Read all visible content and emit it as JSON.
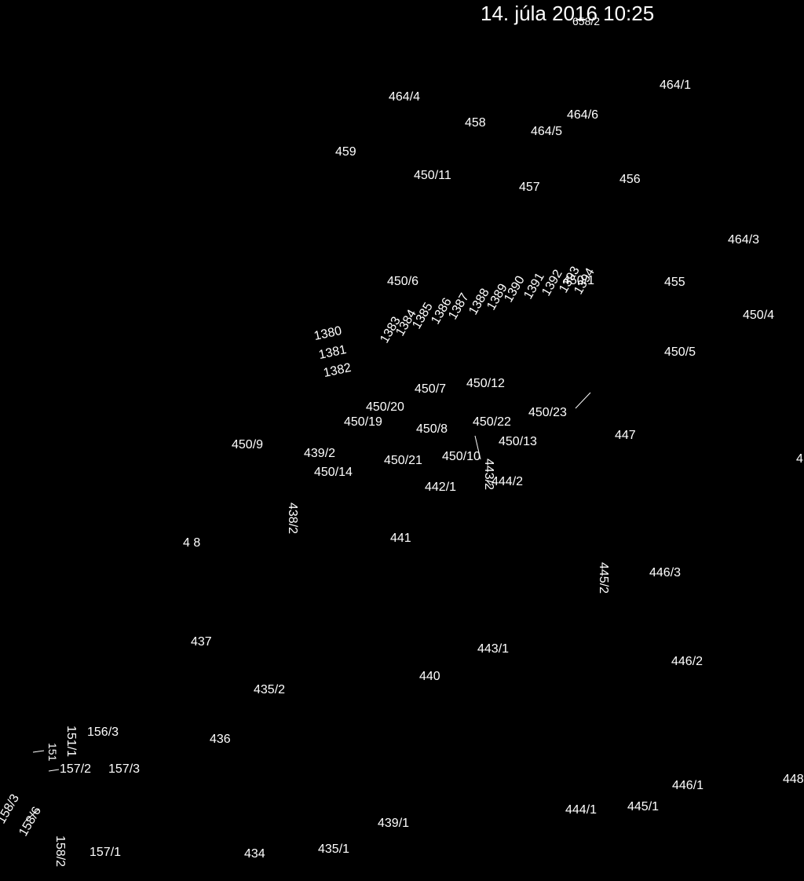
{
  "header": {
    "timestamp": "14. júla 2016 10:25"
  },
  "parcels": {
    "p658_2": "658/2",
    "p464_4": "464/4",
    "p464_1": "464/1",
    "p458": "458",
    "p464_6": "464/6",
    "p464_5": "464/5",
    "p459": "459",
    "p450_11": "450/11",
    "p457": "457",
    "p456": "456",
    "p464_3": "464/3",
    "p450_6": "450/6",
    "p450_1": "450/1",
    "p455": "455",
    "p450_4": "450/4",
    "p1380": "1380",
    "p1381": "1381",
    "p1382": "1382",
    "p1383": "1383",
    "p1384": "1384",
    "p1385": "1385",
    "p1386": "1386",
    "p1387": "1387",
    "p1388": "1388",
    "p1389": "1389",
    "p1390": "1390",
    "p1391": "1391",
    "p1392": "1392",
    "p1393": "1393",
    "p1394": "1394",
    "p450_5": "450/5",
    "p450_7": "450/7",
    "p450_12": "450/12",
    "p450_20": "450/20",
    "p450_19": "450/19",
    "p450_8": "450/8",
    "p450_22": "450/22",
    "p450_23": "450/23",
    "p447": "447",
    "p450_9": "450/9",
    "p439_2": "439/2",
    "p450_21": "450/21",
    "p450_10": "450/10",
    "p450_13": "450/13",
    "p450_14": "450/14",
    "p442_1": "442/1",
    "p443_2": "443/2",
    "p444_2": "444/2",
    "p438_2": "438/2",
    "p4_8": "4 8",
    "p441": "441",
    "p445_2": "445/2",
    "p446_3": "446/3",
    "p437": "437",
    "p443_1": "443/1",
    "p446_2": "446/2",
    "p440": "440",
    "p435_2": "435/2",
    "p156_3": "156/3",
    "p436": "436",
    "p151_1": "151/1",
    "p151": "151",
    "p157_2": "157/2",
    "p157_3": "157/3",
    "p446_1": "446/1",
    "p448_partial": "448",
    "p158_3": "158/3",
    "p158_6": "158/6",
    "p444_1": "444/1",
    "p445_1": "445/1",
    "p439_1": "439/1",
    "p158_2": "158/2",
    "p157_1": "157/1",
    "p434": "434",
    "p435_1": "435/1",
    "p4_edge": "4"
  }
}
